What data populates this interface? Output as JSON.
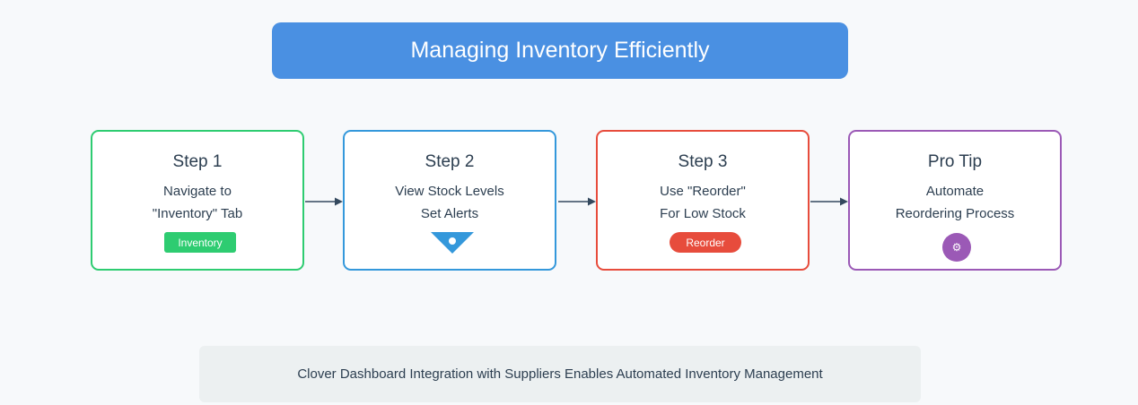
{
  "title": "Managing Inventory Efficiently",
  "steps": [
    {
      "heading": "Step 1",
      "line1": "Navigate to",
      "line2": "\"Inventory\" Tab",
      "button": "Inventory"
    },
    {
      "heading": "Step 2",
      "line1": "View Stock Levels",
      "line2": "Set Alerts",
      "icon": "alert-marker-icon"
    },
    {
      "heading": "Step 3",
      "line1": "Use \"Reorder\"",
      "line2": "For Low Stock",
      "button": "Reorder"
    },
    {
      "heading": "Pro Tip",
      "line1": "Automate",
      "line2": "Reordering Process",
      "icon": "gear-icon",
      "icon_glyph": "⚙"
    }
  ],
  "footer": "Clover Dashboard Integration with Suppliers Enables Automated Inventory Management",
  "colors": {
    "title_bg": "#4a90e2",
    "step1": "#2ecc71",
    "step2": "#3498db",
    "step3": "#e74c3c",
    "pro_tip": "#9b59b6",
    "arrow": "#34495e",
    "footer_bg": "#ecf0f1"
  }
}
